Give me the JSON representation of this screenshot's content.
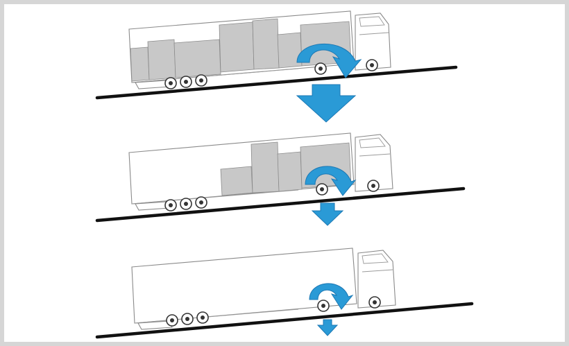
{
  "diagram": {
    "panels": [
      {
        "load_level": "full",
        "arrow_size": "large"
      },
      {
        "load_level": "partial",
        "arrow_size": "medium"
      },
      {
        "load_level": "empty",
        "arrow_size": "small"
      }
    ],
    "colors": {
      "arrow": "#2a9ad6",
      "arrow_dark": "#1c78b4",
      "cargo": "#c8c8c8",
      "ground": "#111111",
      "frame_border": "#d6d6d6"
    },
    "icons": [
      "truck-icon",
      "rotation-arrow-icon",
      "down-arrow-icon"
    ]
  }
}
